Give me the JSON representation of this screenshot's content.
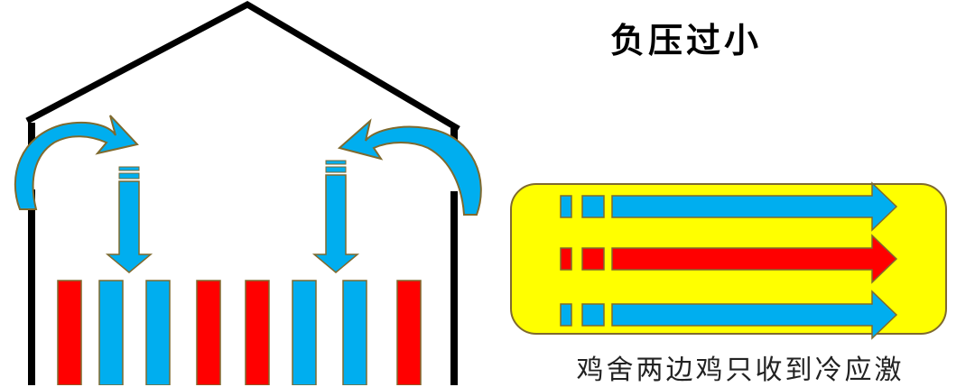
{
  "title": "负压过小",
  "caption": "鸡舍两边鸡只收到冷应激",
  "colors": {
    "cold": "#00AEEF",
    "warm": "#FF0000",
    "outline": "#7F6A2E",
    "panel": "#FFFF00",
    "wall": "#000000"
  },
  "chicken_rows": [
    "warm",
    "cold",
    "cold",
    "warm",
    "warm",
    "cold",
    "cold",
    "warm"
  ],
  "panel_streams": [
    "cold",
    "warm",
    "cold"
  ],
  "icons": {
    "left_inflow": "curved-arrow-icon",
    "right_inflow": "curved-arrow-icon",
    "down_flow": "down-arrow-icon",
    "stream": "right-arrow-icon"
  }
}
